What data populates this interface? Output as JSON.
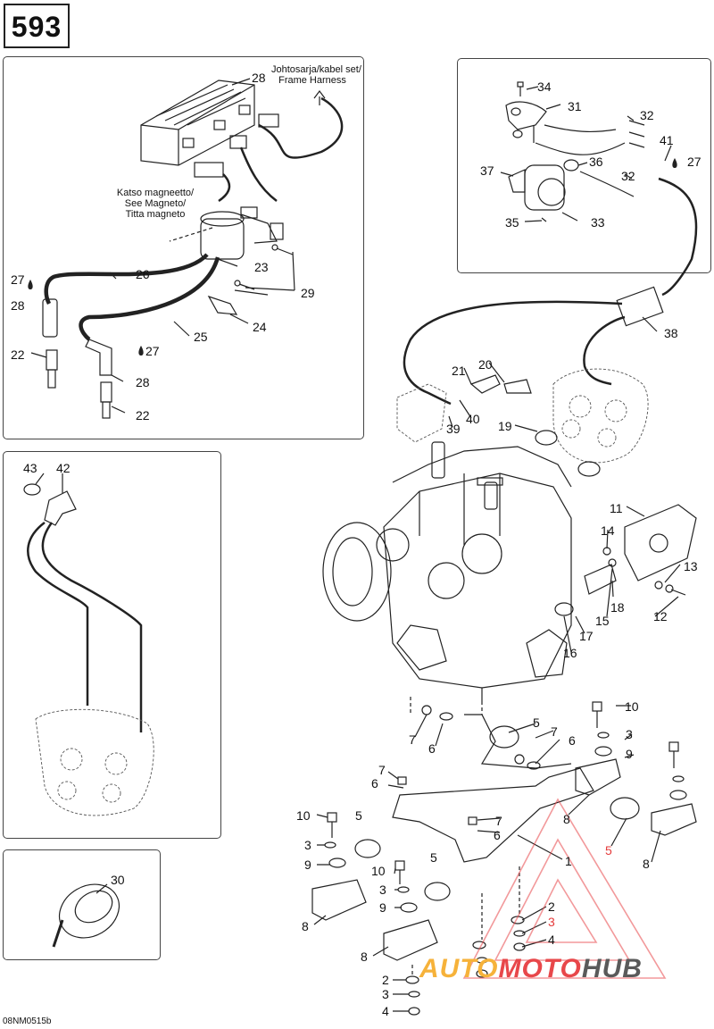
{
  "page_number": "593",
  "doc_code": "08NM0515b",
  "notes": {
    "harness_line1": "Johtosarja/kabel set/",
    "harness_line2": "Frame Harness",
    "magneto_line1": "Katso magneetto/",
    "magneto_line2": "See Magneto/",
    "magneto_line3": "Titta magneto"
  },
  "callouts": {
    "c1": "1",
    "c2a": "2",
    "c2b": "2",
    "c3a": "3",
    "c3b": "3",
    "c3c": "3",
    "c3d": "3",
    "c3e": "3",
    "c4a": "4",
    "c4b": "4",
    "c5a": "5",
    "c5b": "5",
    "c5c": "5",
    "c5d": "5",
    "c6a": "6",
    "c6b": "6",
    "c6c": "6",
    "c6d": "6",
    "c7a": "7",
    "c7b": "7",
    "c7c": "7",
    "c8a": "8",
    "c8b": "8",
    "c8c": "8",
    "c8d": "8",
    "c9a": "9",
    "c9b": "9",
    "c9c": "9",
    "c10a": "10",
    "c10b": "10",
    "c10c": "10",
    "c11": "11",
    "c12": "12",
    "c13": "13",
    "c14": "14",
    "c15": "15",
    "c16": "16",
    "c17": "17",
    "c18": "18",
    "c19": "19",
    "c20": "20",
    "c21": "21",
    "c22a": "22",
    "c22b": "22",
    "c23": "23",
    "c24": "24",
    "c25": "25",
    "c26": "26",
    "c27a": "27",
    "c27b": "27",
    "c27c": "27",
    "c28a": "28",
    "c28b": "28",
    "c28c": "28",
    "c29": "29",
    "c30": "30",
    "c31": "31",
    "c32a": "32",
    "c32b": "32",
    "c33": "33",
    "c34": "34",
    "c35": "35",
    "c36": "36",
    "c37": "37",
    "c38": "38",
    "c39": "39",
    "c40": "40",
    "c41": "41",
    "c42": "42",
    "c43": "43"
  },
  "watermark": {
    "part1": "AUTO",
    "part2": "MOTO",
    "part3": "HUB"
  },
  "colors": {
    "line": "#222222",
    "callout_red": "#e53b3b",
    "watermark_orange": "#f6b23a",
    "watermark_red": "#e8474a",
    "watermark_gray": "#5a5a5a"
  }
}
